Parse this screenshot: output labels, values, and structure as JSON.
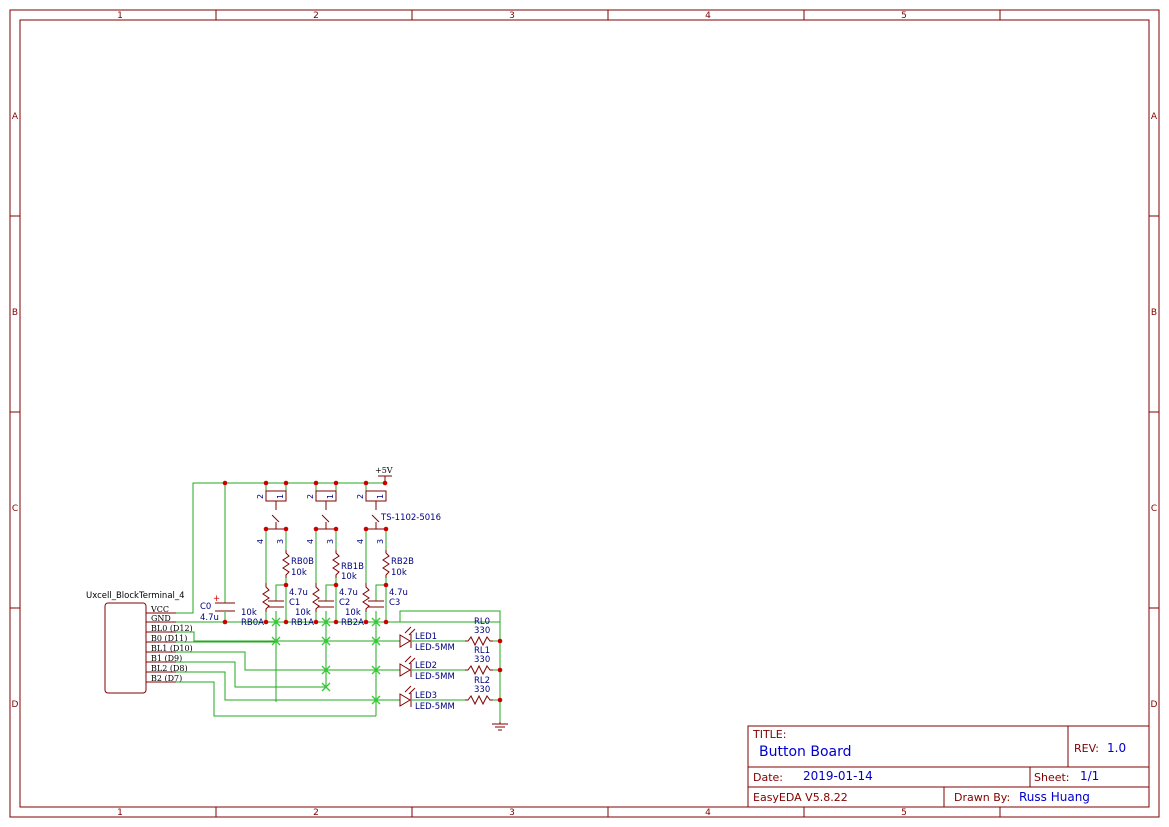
{
  "frame": {
    "columns": [
      "1",
      "2",
      "3",
      "4",
      "5"
    ],
    "rows": [
      "A",
      "B",
      "C",
      "D"
    ]
  },
  "title_block": {
    "title_label": "TITLE:",
    "title": "Button Board",
    "rev_label": "REV:",
    "rev": "1.0",
    "date_label": "Date:",
    "date": "2019-01-14",
    "sheet_label": "Sheet:",
    "sheet": "1/1",
    "tool": "EasyEDA V5.8.22",
    "drawn_label": "Drawn By:",
    "drawn_by": "Russ Huang"
  },
  "schematic": {
    "power_label": "+5V",
    "switch_part": "TS-1102-5016",
    "connector": {
      "name": "Uxcell_BlockTerminal_4",
      "pins": [
        "VCC",
        "GND",
        "BL0 (D12)",
        "B0 (D11)",
        "BL1 (D10)",
        "B1 (D9)",
        "BL2 (D8)",
        "B2 (D7)"
      ]
    },
    "switch_pins": {
      "p1": "1",
      "p2": "2",
      "p3": "3",
      "p4": "4"
    },
    "capacitors": [
      {
        "name": "C0",
        "value": "4.7u"
      },
      {
        "name": "C1",
        "value": "4.7u"
      },
      {
        "name": "C2",
        "value": "4.7u"
      },
      {
        "name": "C3",
        "value": "4.7u"
      }
    ],
    "resistors_upper": [
      {
        "name": "RB0B",
        "value": "10k"
      },
      {
        "name": "RB1B",
        "value": "10k"
      },
      {
        "name": "RB2B",
        "value": "10k"
      }
    ],
    "resistors_lower": [
      {
        "name": "RB0A",
        "value": "10k"
      },
      {
        "name": "RB1A",
        "value": "10k"
      },
      {
        "name": "RB2A",
        "value": "10k"
      }
    ],
    "leds": [
      {
        "name": "LED1",
        "part": "LED-5MM"
      },
      {
        "name": "LED2",
        "part": "LED-5MM"
      },
      {
        "name": "LED3",
        "part": "LED-5MM"
      }
    ],
    "led_resistors": [
      {
        "name": "RL0",
        "value": "330"
      },
      {
        "name": "RL1",
        "value": "330"
      },
      {
        "name": "RL2",
        "value": "330"
      }
    ],
    "polarity_mark": "+"
  }
}
